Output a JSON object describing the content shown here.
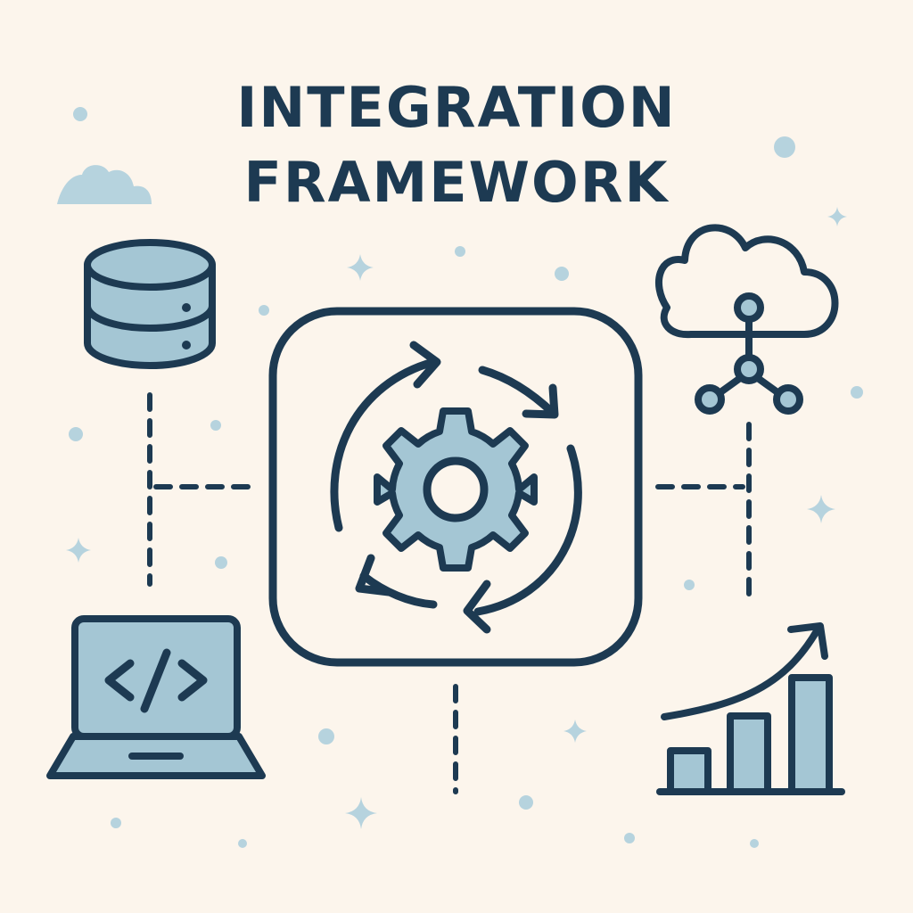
{
  "title": {
    "line1": "INTEGRATION",
    "line2": "FRAMEWORK"
  },
  "colors": {
    "background": "#fcf5ec",
    "ink": "#1d3a52",
    "fill": "#a4c6d4",
    "decor": "#b6d3de"
  },
  "icons": {
    "hub": "sync-gear-icon",
    "top_left": "database-icon",
    "top_right": "cloud-network-icon",
    "bottom_left": "laptop-code-icon",
    "bottom_right": "growth-chart-icon"
  },
  "chart_icon": {
    "bar_levels": [
      0.28,
      0.52,
      0.78
    ]
  }
}
